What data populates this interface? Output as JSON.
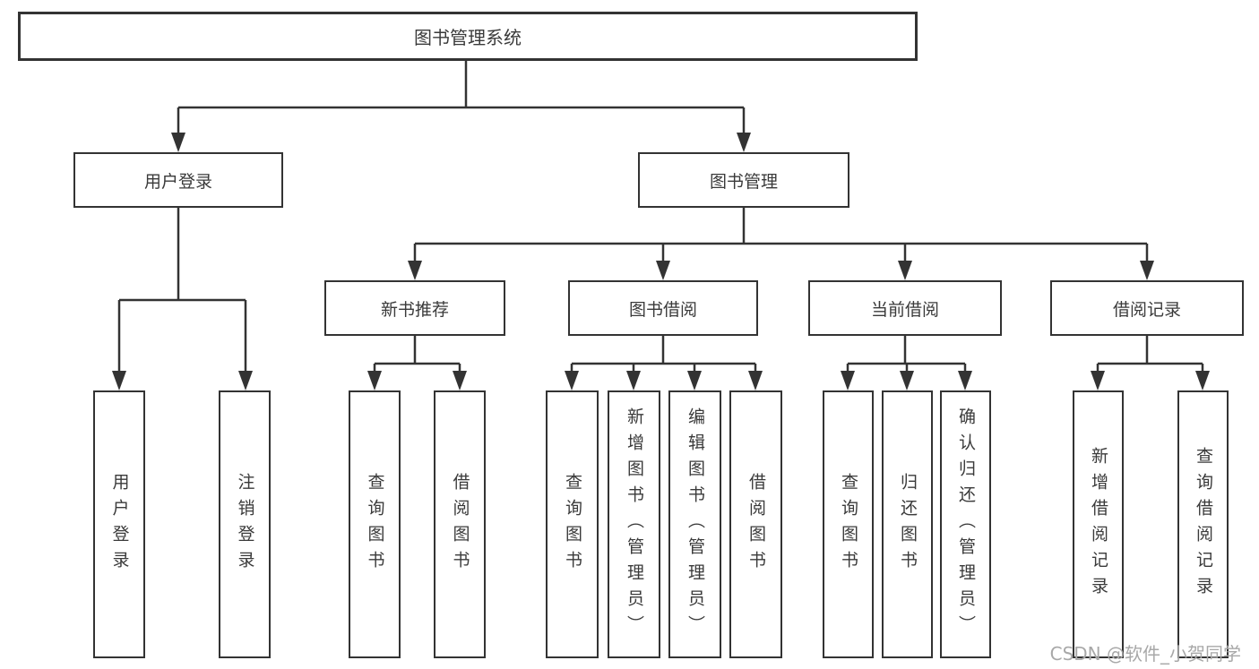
{
  "colors": {
    "line": "#333333",
    "box_border": "#333333",
    "text": "#3a3a3a",
    "watermark": "#a8a8a8",
    "background": "#ffffff"
  },
  "watermark": "CSDN @软件_小贺同学",
  "tree": {
    "label": "图书管理系统",
    "children": [
      {
        "label": "用户登录",
        "children": [
          {
            "label": "用户登录"
          },
          {
            "label": "注销登录"
          }
        ]
      },
      {
        "label": "图书管理",
        "children": [
          {
            "label": "新书推荐",
            "children": [
              {
                "label": "查询图书"
              },
              {
                "label": "借阅图书"
              }
            ]
          },
          {
            "label": "图书借阅",
            "children": [
              {
                "label": "查询图书"
              },
              {
                "label": "新增图书（管理员）"
              },
              {
                "label": "编辑图书（管理员）"
              },
              {
                "label": "借阅图书"
              }
            ]
          },
          {
            "label": "当前借阅",
            "children": [
              {
                "label": "查询图书"
              },
              {
                "label": "归还图书"
              },
              {
                "label": "确认归还（管理员）"
              }
            ]
          },
          {
            "label": "借阅记录",
            "children": [
              {
                "label": "新增借阅记录"
              },
              {
                "label": "查询借阅记录"
              }
            ]
          }
        ]
      }
    ]
  }
}
